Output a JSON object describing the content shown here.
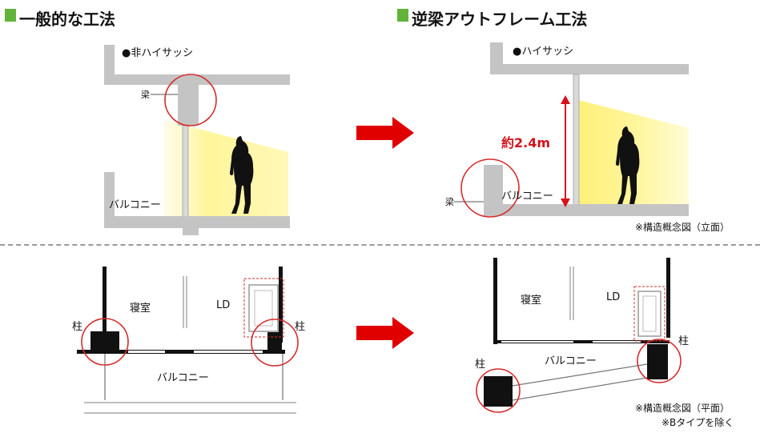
{
  "colors": {
    "accent_green": "#62b33a",
    "arrow_red": "#e00000",
    "dim_red": "#d4121b",
    "wall_gray": "#bdbdbd",
    "light_yellow": "#fff59a",
    "circle_red": "#d62d2d"
  },
  "headings": {
    "left": "一般的な工法",
    "right": "逆梁アウトフレーム工法"
  },
  "top_left": {
    "sash_label": "●非ハイサッシ",
    "beam_label": "梁",
    "balcony_label": "バルコニー"
  },
  "top_right": {
    "sash_label": "●ハイサッシ",
    "height_label": "約2.4m",
    "beam_label": "梁",
    "balcony_label": "バルコニー"
  },
  "bottom_left": {
    "bedroom_label": "寝室",
    "ld_label": "LD",
    "column_left": "柱",
    "column_right": "柱",
    "balcony_label": "バルコニー"
  },
  "bottom_right": {
    "bedroom_label": "寝室",
    "ld_label": "LD",
    "column_left": "柱",
    "column_right": "柱",
    "balcony_label": "バルコニー"
  },
  "notes": {
    "elevation": "※構造概念図（立面）",
    "plan": "※構造概念図（平面）",
    "exclusion": "※Bタイプを除く"
  }
}
